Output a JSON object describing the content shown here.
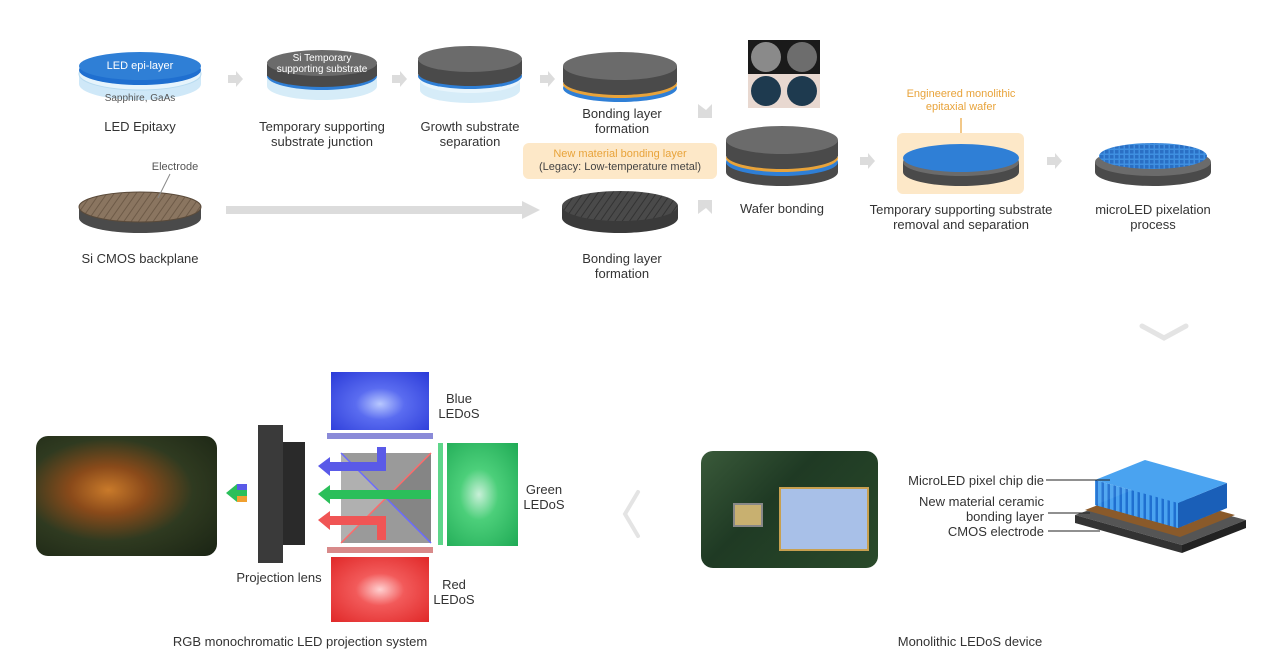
{
  "process": {
    "led_epitaxy": "LED Epitaxy",
    "led_epi_layer": "LED epi-layer",
    "sapphire": "Sapphire, GaAs",
    "temp_junction_l1": "Temporary supporting",
    "temp_junction_l2": "substrate junction",
    "si_temporary_l1": "Si Temporary",
    "si_temporary_l2": "supporting substrate",
    "growth_sep_l1": "Growth substrate",
    "growth_sep_l2": "separation",
    "bonding_top_l1": "Bonding layer",
    "bonding_top_l2": "formation",
    "new_bonding": "New material bonding layer",
    "legacy": "(Legacy: Low-temperature metal)",
    "wafer_bonding": "Wafer bonding",
    "engineered_l1": "Engineered monolithic",
    "engineered_l2": "epitaxial wafer",
    "temp_removal_l1": "Temporary supporting substrate",
    "temp_removal_l2": "removal and separation",
    "pixelation_l1": "microLED pixelation",
    "pixelation_l2": "process",
    "electrode": "Electrode",
    "si_cmos": "Si CMOS backplane",
    "bonding_bottom_l1": "Bonding layer",
    "bonding_bottom_l2": "formation"
  },
  "device": {
    "pixel_chip": "MicroLED pixel chip die",
    "ceramic_l1": "New material ceramic",
    "ceramic_l2": "bonding layer",
    "cmos_electrode": "CMOS electrode",
    "caption": "Monolithic LEDoS device"
  },
  "projection": {
    "blue_l1": "Blue",
    "blue_l2": "LEDoS",
    "green_l1": "Green",
    "green_l2": "LEDoS",
    "red_l1": "Red",
    "red_l2": "LEDoS",
    "lens": "Projection lens",
    "caption": "RGB monochromatic LED projection system"
  },
  "colors": {
    "led_blue": "#2f7fd6",
    "wafer_gray": "#5a5a5a",
    "orange": "#e8a33a",
    "arrow_gray": "#dcdcdc"
  }
}
